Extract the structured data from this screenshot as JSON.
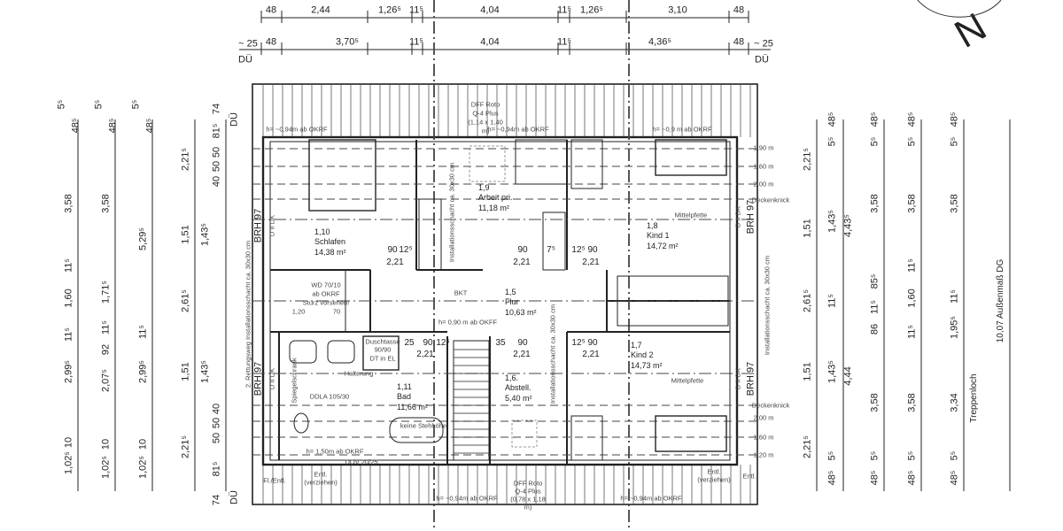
{
  "north_label": "N",
  "top_dimensions_row1": [
    "48",
    "2,44",
    "1,26⁵",
    "11⁵",
    "4,04",
    "11⁵",
    "1,26⁵",
    "3,10",
    "48"
  ],
  "top_dimensions_row2": [
    "~ 25",
    "48",
    "3,70⁵",
    "11⁵",
    "4,04",
    "11⁵",
    "4,36⁵",
    "48",
    "~ 25"
  ],
  "du_label": "DÜ",
  "left_chains": [
    [
      "5⁵",
      "48⁵",
      "3,58",
      "11⁵",
      "1,60",
      "11⁵",
      "2,99⁵",
      "10",
      "1,02⁵"
    ],
    [
      "5⁵",
      "48⁵",
      "3,58",
      "1,71⁵",
      "11⁵",
      "92",
      "2,07⁵",
      "10",
      "1,02⁵"
    ],
    [
      "5⁵",
      "48⁵",
      "5,29⁵",
      "11⁵",
      "2,99⁵",
      "10",
      "1,02⁵"
    ],
    [
      "2,21⁵",
      "1,51",
      "1,43⁵",
      "2,61⁵",
      "1,51",
      "1,43⁵",
      "2,21⁵"
    ],
    [
      "74",
      "81⁵",
      "50",
      "50",
      "40",
      "40",
      "50",
      "50",
      "81⁵",
      "74"
    ]
  ],
  "right_chains": [
    [
      "2,21⁵",
      "1,51",
      "2,61⁵",
      "1,51",
      "2,21⁵"
    ],
    [
      "48⁵",
      "5⁵",
      "1,43⁵",
      "4,43⁵",
      "11⁵",
      "1,43⁵",
      "4,44",
      "5⁵",
      "48⁵"
    ],
    [
      "48⁵",
      "5⁵",
      "3,58",
      "86",
      "11⁵",
      "85⁵",
      "3,58",
      "5⁵",
      "48⁵"
    ],
    [
      "48⁵",
      "5⁵",
      "3,58",
      "11⁵",
      "1,60",
      "11⁵",
      "3,58",
      "5⁵",
      "48⁵"
    ],
    [
      "48⁵",
      "5⁵",
      "3,58",
      "11⁵",
      "1,95⁵",
      "3,34",
      "5⁵",
      "48⁵"
    ],
    [
      "Treppenloch"
    ],
    [
      "10,07 Außenmaß DG"
    ]
  ],
  "rooms": [
    {
      "number": "1,10",
      "name": "Schlafen",
      "area": "14,38 m²"
    },
    {
      "number": "1,9",
      "name": "Arbeit pri.",
      "area": "11,18 m²"
    },
    {
      "number": "1,8",
      "name": "Kind 1",
      "area": "14,72 m²"
    },
    {
      "number": "1,5",
      "name": "Flur",
      "area": "10,63 m²"
    },
    {
      "number": "1,7",
      "name": "Kind 2",
      "area": "14,73 m²"
    },
    {
      "number": "1,11",
      "name": "Bad",
      "area": "11,66 m²"
    },
    {
      "number": "1,6.",
      "name": "Abstell.",
      "area": "5,40 m²"
    }
  ],
  "annotations": [
    "h= ~0,94m ab OKRF",
    "h= ~0,94m ab OKRF",
    "h= ~0,9 m ab OKRF",
    "h= ~0,94m ab OKRF",
    "h= ~0,94m ab OKRF",
    "DFF Roto",
    "Q-4 Plus",
    "(1,14 x 1,40",
    "m)",
    "DFF Roto",
    "Q-4 Plus",
    "(0,78 x 1,18",
    "m)",
    "BKT",
    "h= 0,90 m ab OKFF",
    "WD 70/10",
    "ab OKRF",
    "Sturz vorsehen!",
    "Duschtasse",
    "90/90",
    "DT in EL",
    "Halterung",
    "DDLA 105/30",
    "keine Stehhöhe",
    "h= 1,50m ab OKRF",
    "DOV 20/25",
    "Fl./Entl.",
    "Entl.",
    "(verziehen)",
    "Entl.",
    "(verziehen)",
    "Entl.",
    "Mittelpfette",
    "Mittelpfette",
    "Deckenknick",
    "Deckenknick",
    "1,90 m",
    "1,60 m",
    "2,00 m",
    "2,00 m",
    "1,60 m",
    "1,20 m",
    "1,20",
    "70"
  ],
  "vertical_annotations": [
    "Installationsschacht ca. 30x30 cm",
    "Installationsschacht ca. 30x30 cm",
    "Installationsschacht ca. 30x30 cm",
    "2. Rettungsweg   Installationsschacht ca. 30x30 cm",
    "BRH 97",
    "BRH 97",
    "BRH 97",
    "BRH 97",
    "D II DK",
    "D II DK",
    "D II DK",
    "D II DK",
    "Spiegelschrank"
  ],
  "door_dimensions": [
    "90",
    "12⁵",
    "2,21",
    "90",
    "2,21",
    "7⁵",
    "12⁵ 90",
    "2,21",
    "25",
    "90",
    "12⁵",
    "2,21",
    "35",
    "90",
    "2,21",
    "12⁵ 90",
    "2,21"
  ]
}
